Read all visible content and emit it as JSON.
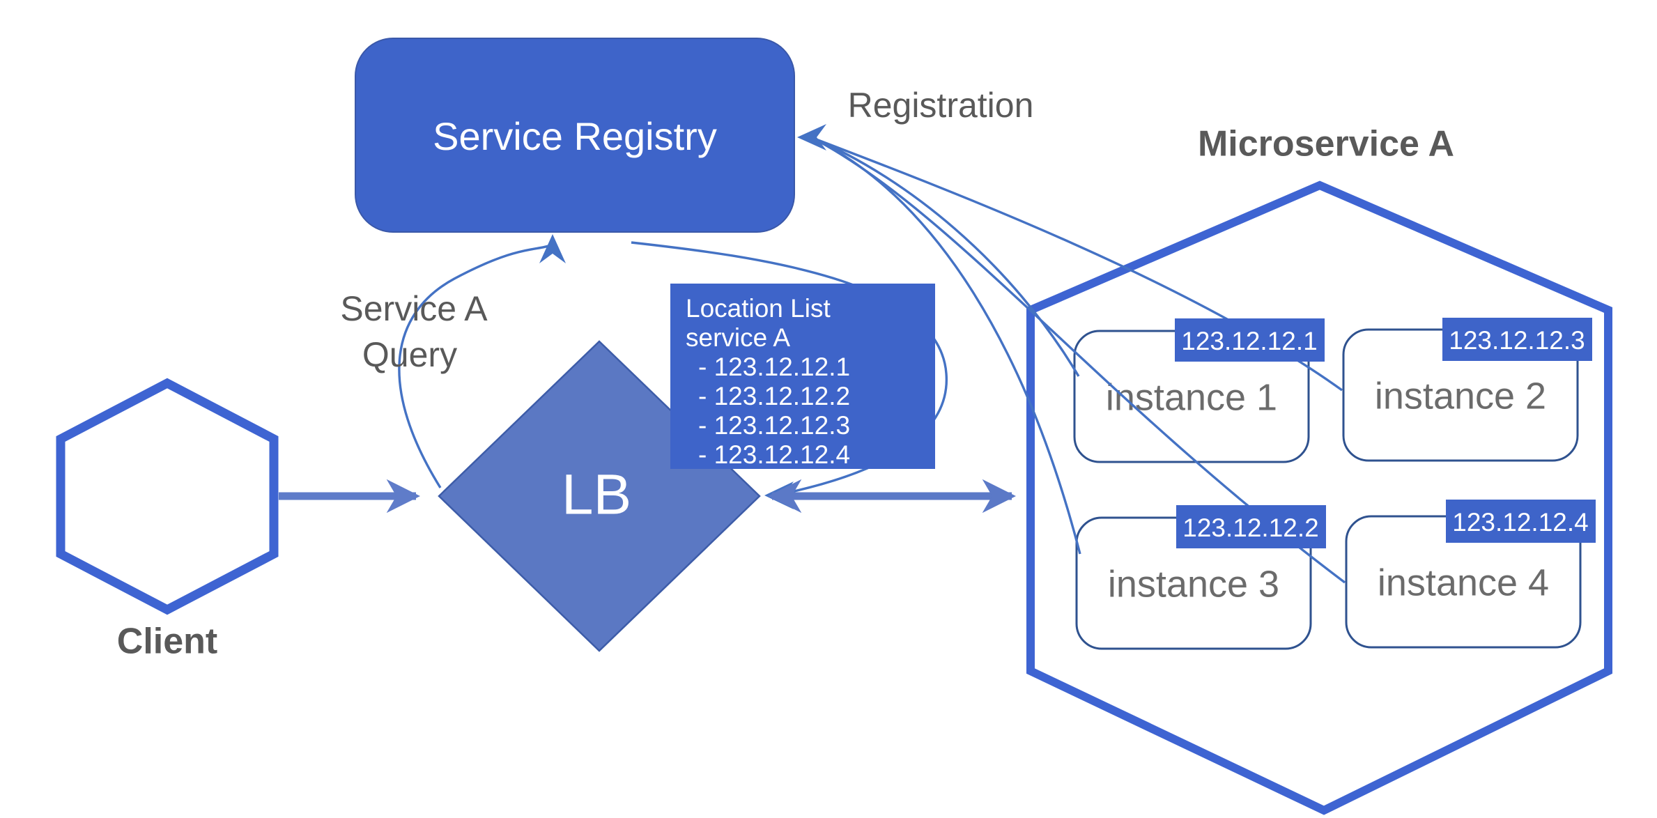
{
  "title": "Service discovery with load balancer diagram",
  "colors": {
    "vivid_blue": "#3E64C9",
    "diamond_fill": "#5B78C3",
    "diamond_border": "#3D5CA8",
    "hex_stroke": "#3E64D2",
    "curve_blue": "#4472C4",
    "thick_arrow": "#5B79C7",
    "client_arrow": "#5F7CC9",
    "instance_border": "#2F528F",
    "label_gray": "#595959",
    "instance_text_gray": "#6B6B6B",
    "white": "#FFFFFF"
  },
  "nodes": {
    "service_registry": {
      "label": "Service Registry"
    },
    "lb": {
      "label": "LB"
    },
    "client": {
      "label": "Client"
    },
    "microservice_group": {
      "label": "Microservice A"
    },
    "instances": [
      {
        "label": "instance 1",
        "ip": "123.12.12.1"
      },
      {
        "label": "instance 2",
        "ip": "123.12.12.3"
      },
      {
        "label": "instance 3",
        "ip": "123.12.12.2"
      },
      {
        "label": "instance 4",
        "ip": "123.12.12.4"
      }
    ],
    "location_list": {
      "lines": [
        "Location List",
        "service A",
        "- 123.12.12.1",
        "- 123.12.12.2",
        "- 123.12.12.3",
        "- 123.12.12.4"
      ]
    }
  },
  "labels": {
    "registration": "Registration",
    "query_line1": "Service A",
    "query_line2": "Query"
  }
}
